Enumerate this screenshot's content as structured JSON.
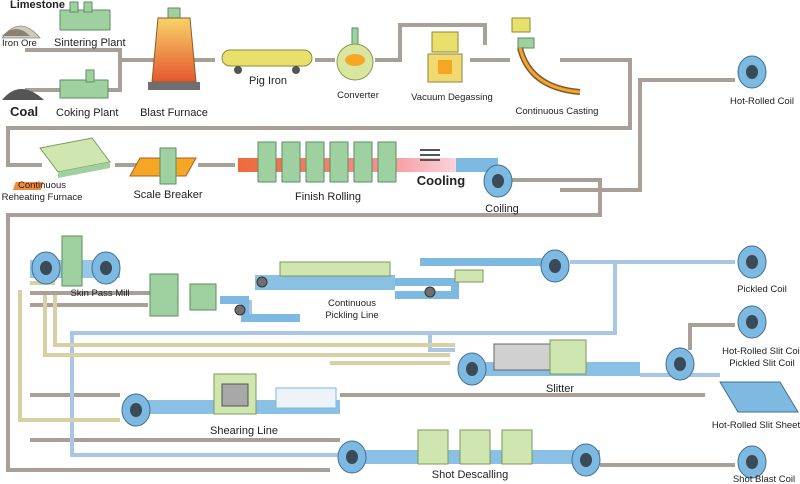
{
  "labels": {
    "limestone": "Limestone",
    "iron_ore": "Iron Ore",
    "sintering_plant": "Sintering Plant",
    "coal": "Coal",
    "coking_plant": "Coking Plant",
    "blast_furnace": "Blast Furnace",
    "pig_iron": "Pig Iron",
    "converter": "Converter",
    "vacuum_degassing": "Vacuum Degassing",
    "continuous_casting": "Continuous Casting",
    "hot_rolled_coil": "Hot-Rolled Coil",
    "reheating_line1": "Continuous",
    "reheating_line2": "Reheating Furnace",
    "scale_breaker": "Scale Breaker",
    "finish_rolling": "Finish Rolling",
    "cooling": "Cooling",
    "coiling": "Coiling",
    "skin_pass_mill": "Skin Pass Mill",
    "pickling_line1": "Continuous",
    "pickling_line2": "Pickling Line",
    "pickled_coil": "Pickled Coil",
    "slit_coil_line1": "Hot-Rolled Slit Coil",
    "slit_coil_line2": "Pickled Slit Coil",
    "slitter": "Slitter",
    "shearing_line": "Shearing Line",
    "slit_sheet": "Hot-Rolled Slit Sheet",
    "shot_descalling": "Shot Descalling",
    "shot_blast_coil": "Shot Blast Coil"
  },
  "colors": {
    "main_flow": "#a89f96",
    "blue_flow": "#a9c6e6",
    "tan_flow": "#d8d0a4",
    "machine": "#9fd1a0",
    "machine_dark": "#5d8d63",
    "steel_blue": "#7db9e0",
    "coil_dark": "#3a4a56",
    "hot": "#ee6a3a",
    "hot_light": "#f9b9c0",
    "molten": "#f5a623"
  }
}
